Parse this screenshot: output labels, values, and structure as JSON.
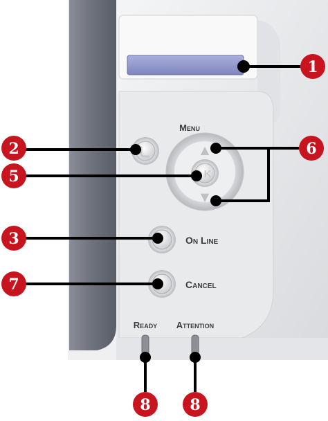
{
  "panel": {
    "labels": {
      "menu": "Menu",
      "online": "On Line",
      "cancel": "Cancel",
      "ready": "Ready",
      "attention": "Attention"
    },
    "enter_glyph": "K",
    "up_glyph": "▲",
    "down_glyph": "▼"
  },
  "callouts": {
    "display": "1",
    "back_button": "2",
    "online_button": "3",
    "enter_button": "5",
    "menu_arrows": "6",
    "cancel_button": "7",
    "ready_led": "8",
    "attention_led": "8"
  },
  "colors": {
    "callout_fill": "#c8141e",
    "leader_line": "#000000",
    "display_window": "#8f95c8",
    "panel_body": "#e8e9eb",
    "side_band": "#7a7d88"
  },
  "icons": {
    "back": "back-arrow-icon",
    "enter": "enter-icon",
    "up": "triangle-up-icon",
    "down": "triangle-down-icon"
  }
}
